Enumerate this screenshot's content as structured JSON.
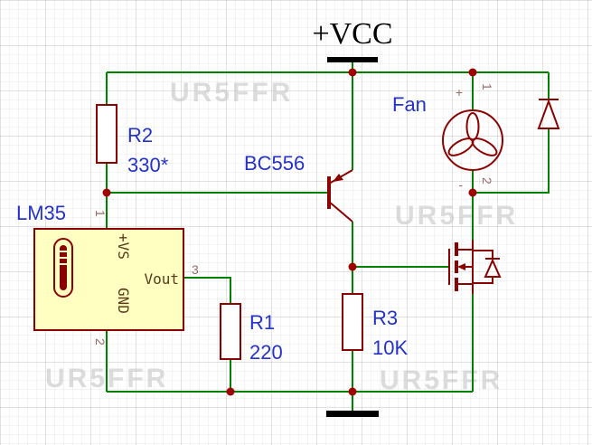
{
  "colors": {
    "wire": "#008100",
    "component": "#8B0000",
    "label": "#2432C8",
    "pin_number": "#9A6A6A",
    "pin_name": "#5A3A1A",
    "junction": "#A00000",
    "component_fill": "#FFFFC2",
    "watermark": "#C6C6C6",
    "text": "#000000"
  },
  "power": {
    "vcc": "+VCC"
  },
  "components": {
    "r2": {
      "name": "R2",
      "value": "330*"
    },
    "r1": {
      "name": "R1",
      "value": "220"
    },
    "r3": {
      "name": "R3",
      "value": "10K"
    },
    "transistor": {
      "name": "BC556"
    },
    "sensor": {
      "name": "LM35",
      "pin_1": "1",
      "pin_2": "2",
      "pin_3": "3",
      "pin_vs": "+VS",
      "pin_gnd": "GND",
      "pin_vout": "Vout"
    },
    "fan": {
      "name": "Fan",
      "plus": "+",
      "minus": "-",
      "pin_1": "1",
      "pin_2": "2"
    }
  },
  "watermark": {
    "text": "UR5FFR"
  }
}
